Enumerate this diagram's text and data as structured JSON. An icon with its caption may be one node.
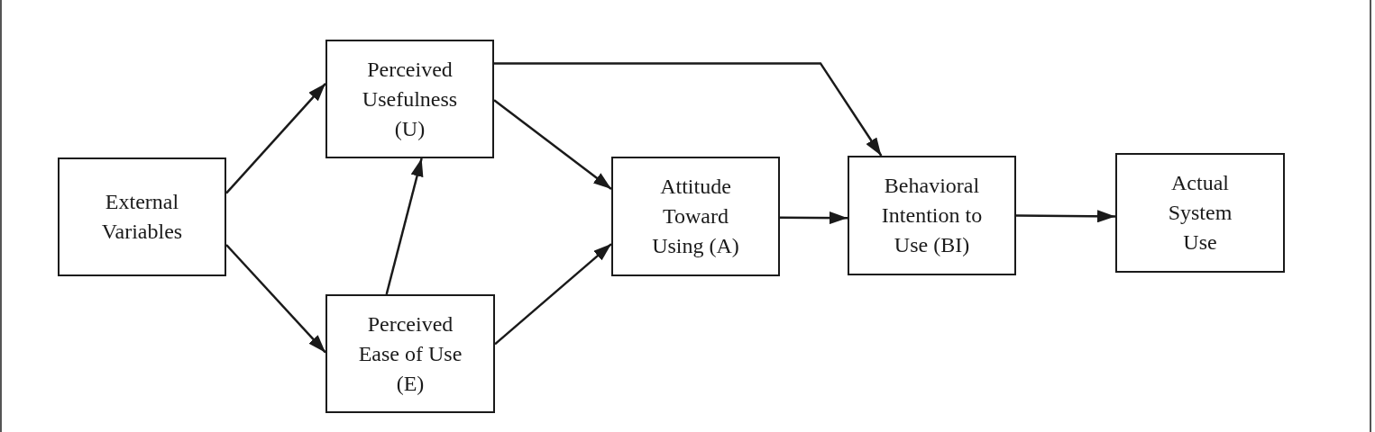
{
  "diagram": {
    "nodes": [
      {
        "text": [
          "External Variables"
        ]
      },
      {
        "text": [
          "Perceived Usefulness (U)"
        ]
      },
      {
        "text": [
          "Perceived Ease of Use (E)"
        ]
      },
      {
        "text": [
          "Attitude Toward Using (A)"
        ]
      },
      {
        "text": [
          "Behavioral Intention to Use (BI)"
        ]
      },
      {
        "text": [
          "Actual System Use"
        ]
      }
    ],
    "edges": [
      {
        "from": 0,
        "to": 1,
        "arrow": "to"
      },
      {
        "from": 0,
        "to": 2,
        "arrow": "to"
      },
      {
        "from": 2,
        "to": 1,
        "arrow": "to"
      },
      {
        "from": 1,
        "to": 3,
        "arrow": "to"
      },
      {
        "from": 2,
        "to": 3,
        "arrow": "to"
      },
      {
        "from": 1,
        "to": 4,
        "arrow": "to"
      },
      {
        "from": 3,
        "to": 4,
        "arrow": "to"
      },
      {
        "from": 4,
        "to": 5,
        "arrow": "to"
      }
    ]
  }
}
